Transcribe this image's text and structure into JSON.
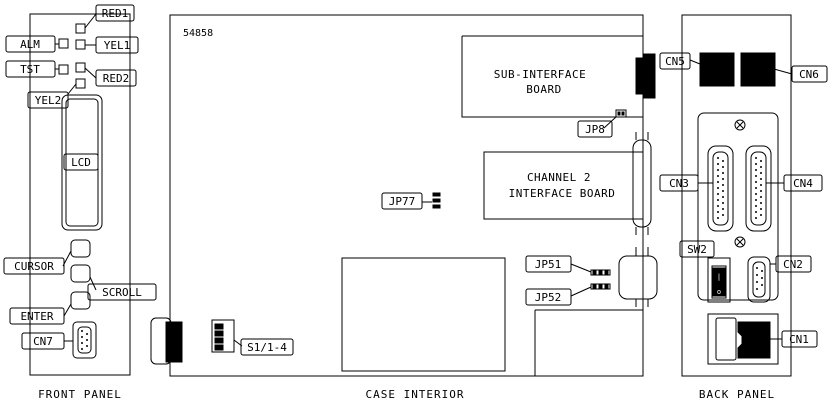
{
  "diagram": {
    "part_number": "54858",
    "captions": {
      "front": "FRONT PANEL",
      "interior": "CASE INTERIOR",
      "back": "BACK PANEL"
    },
    "boards": {
      "sub_interface_line1": "SUB-INTERFACE",
      "sub_interface_line2": "BOARD",
      "channel2_line1": "CHANNEL 2",
      "channel2_line2": "INTERFACE BOARD"
    },
    "labels": {
      "red1": "RED1",
      "alm": "ALM",
      "yel1": "YEL1",
      "tst": "TST",
      "red2": "RED2",
      "yel2": "YEL2",
      "lcd": "LCD",
      "cursor": "CURSOR",
      "scroll": "SCROLL",
      "enter": "ENTER",
      "cn7": "CN7",
      "s1": "S1/1-4",
      "jp77": "JP77",
      "jp8": "JP8",
      "jp51": "JP51",
      "jp52": "JP52",
      "cn5": "CN5",
      "cn6": "CN6",
      "cn3": "CN3",
      "cn4": "CN4",
      "sw2": "SW2",
      "cn2": "CN2",
      "cn1": "CN1"
    }
  }
}
